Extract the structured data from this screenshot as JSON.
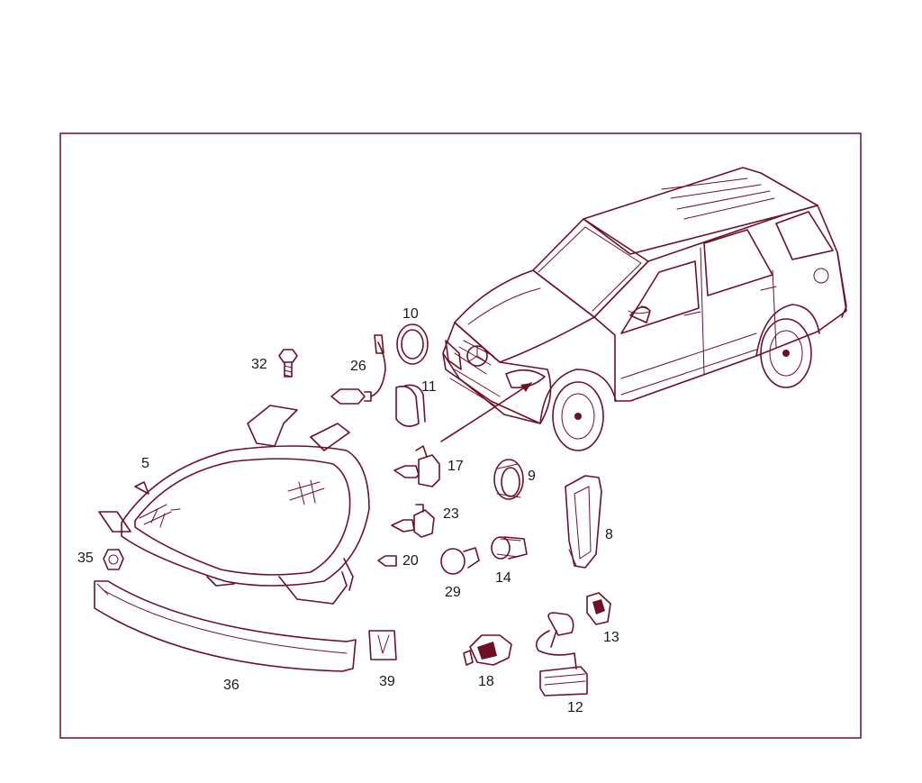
{
  "diagram": {
    "labels": {
      "p5": "5",
      "p8": "8",
      "p9": "9",
      "p10": "10",
      "p11": "11",
      "p12": "12",
      "p13": "13",
      "p14": "14",
      "p17": "17",
      "p18": "18",
      "p20": "20",
      "p23": "23",
      "p26": "26",
      "p29": "29",
      "p32": "32",
      "p35": "35",
      "p36": "36",
      "p39": "39"
    },
    "colors": {
      "line": "#6e0f26",
      "label_text": "#1a1a1a",
      "background": "#ffffff"
    }
  }
}
